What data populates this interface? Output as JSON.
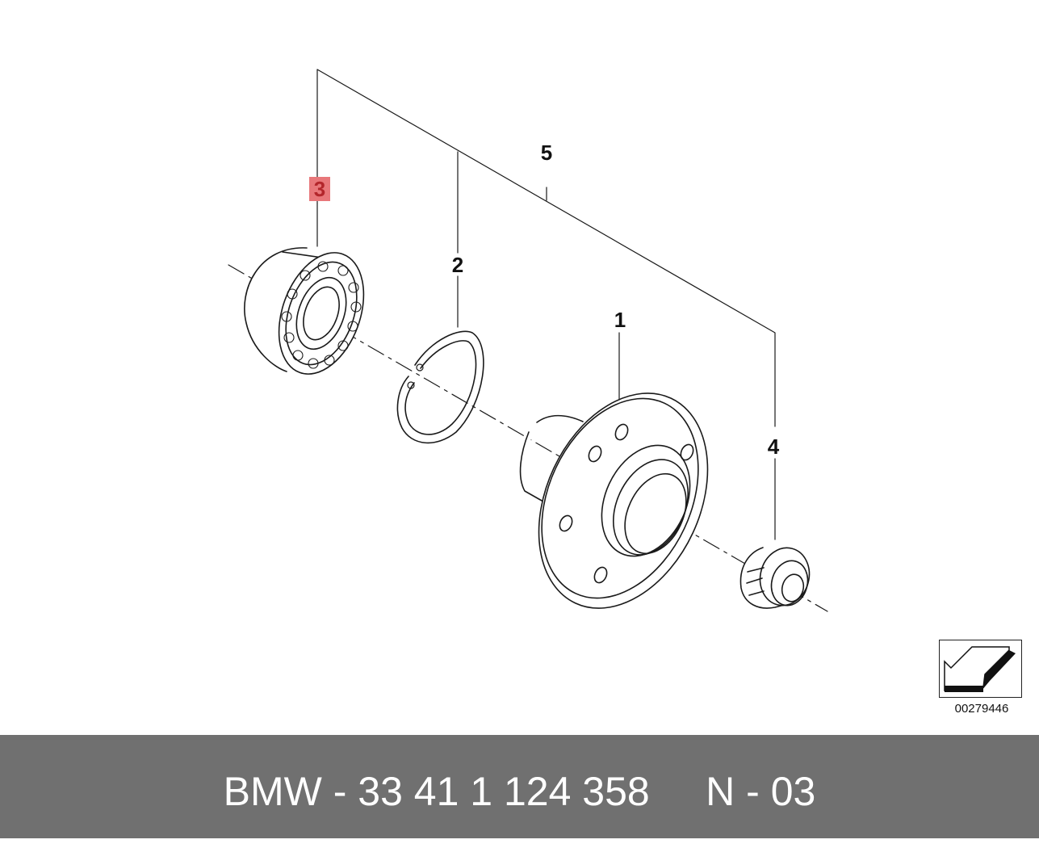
{
  "diagram": {
    "callouts": {
      "part1": "1",
      "part2": "2",
      "part3": "3",
      "part4": "4",
      "part5": "5"
    },
    "highlighted_callout": "3",
    "highlight_color": "#e8777a",
    "reference_number": "00279446",
    "reference_icon": "arrow-pointer-icon"
  },
  "footer": {
    "caption": "BMW - 33 41 1 124 358     N - 03",
    "background_color": "#707070",
    "text_color": "#ffffff"
  }
}
